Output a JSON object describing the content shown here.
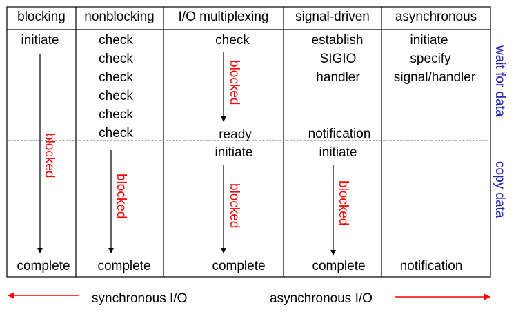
{
  "columns": [
    {
      "header": "blocking"
    },
    {
      "header": "nonblocking"
    },
    {
      "header": "I/O multiplexing"
    },
    {
      "header": "signal-driven"
    },
    {
      "header": "asynchronous"
    }
  ],
  "cells": {
    "blocking_initiate": "initiate",
    "blocking_blocked": "blocked",
    "blocking_complete": "complete",
    "nonblocking_checks": [
      "check",
      "check",
      "check",
      "check",
      "check",
      "check"
    ],
    "nonblocking_blocked": "blocked",
    "nonblocking_complete": "complete",
    "mux_check": "check",
    "mux_blocked_1": "blocked",
    "mux_ready": "ready",
    "mux_initiate": "initiate",
    "mux_blocked_2": "blocked",
    "mux_complete": "complete",
    "sig_establish": "establish",
    "sig_sigio": "SIGIO",
    "sig_handler": "handler",
    "sig_notification": "notification",
    "sig_initiate": "initiate",
    "sig_blocked": "blocked",
    "sig_complete": "complete",
    "async_initiate": "initiate",
    "async_specify": "specify",
    "async_signal_handler": "signal/handler",
    "async_notification": "notification"
  },
  "phases": {
    "wait": "wait for data",
    "copy": "copy data"
  },
  "bottom": {
    "sync": "synchronous I/O",
    "async": "asynchronous I/O"
  },
  "colors": {
    "blocked": "#ff0000",
    "phase_label": "#2020b0",
    "arrow_bottom": "#ff0000",
    "grid": "#000000",
    "divider": "#808080"
  }
}
